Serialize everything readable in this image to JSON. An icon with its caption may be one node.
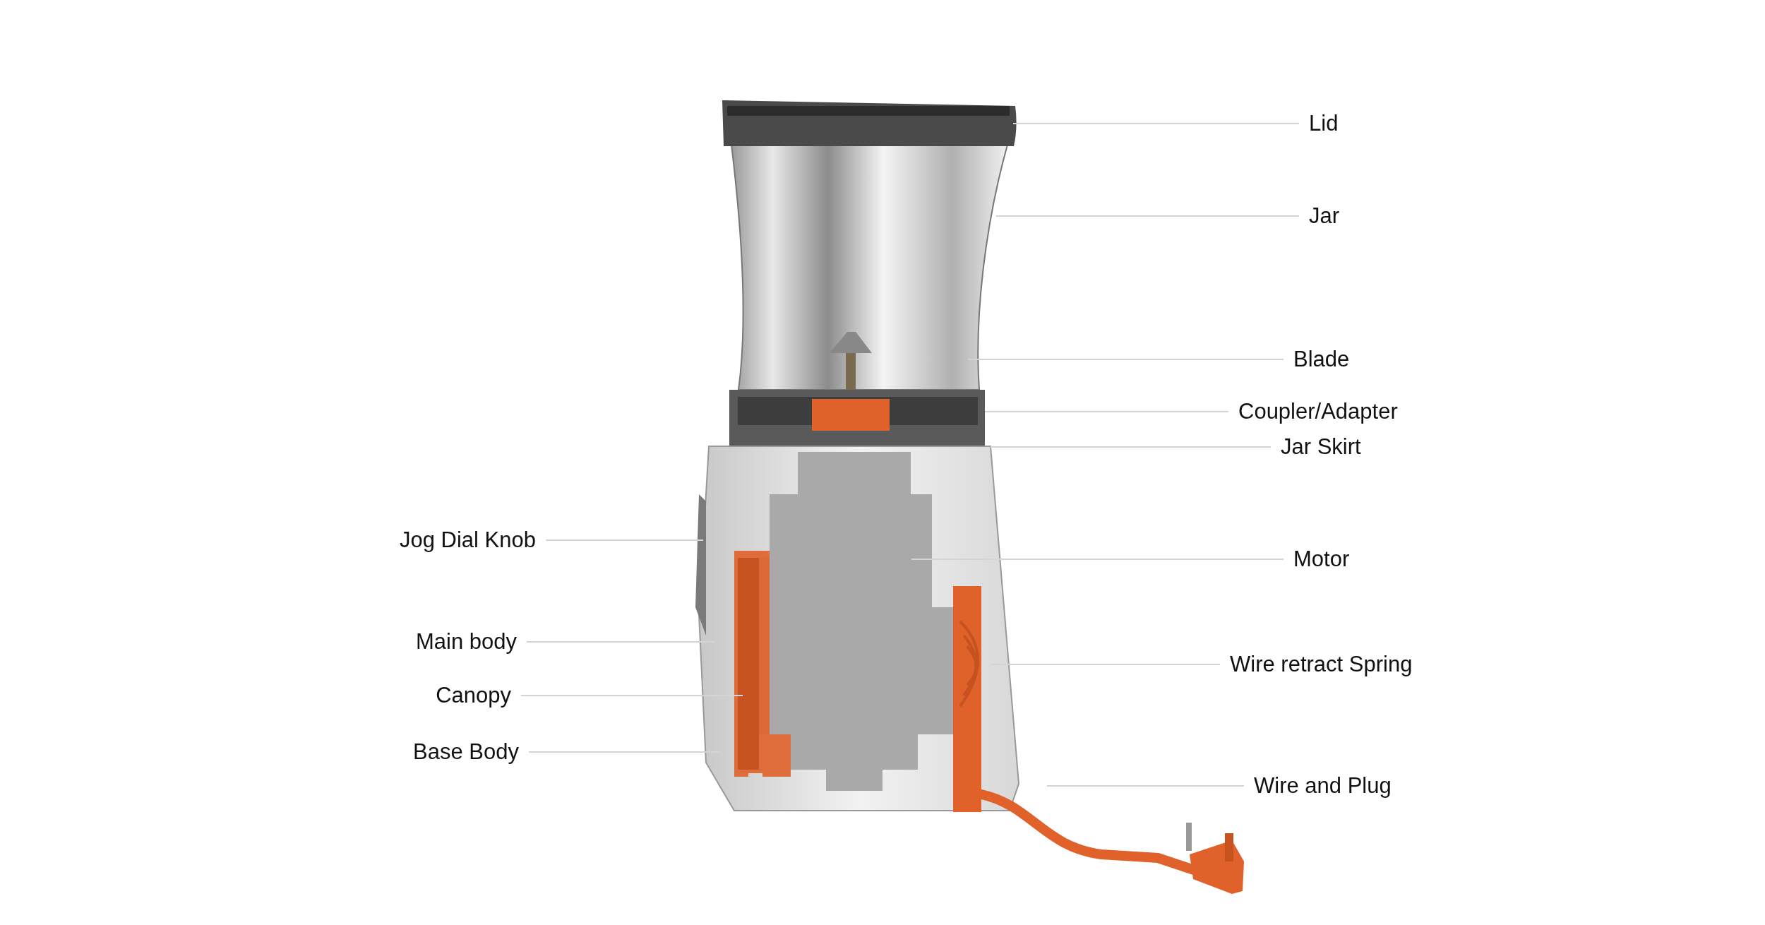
{
  "diagram": {
    "nodes": [
      {
        "text": [
          "Lid"
        ]
      },
      {
        "text": [
          "Jar"
        ]
      },
      {
        "text": [
          "Blade"
        ]
      },
      {
        "text": [
          "Coupler/Adapter"
        ]
      },
      {
        "text": [
          "Jar Skirt"
        ]
      },
      {
        "text": [
          "Jog Dial Knob"
        ]
      },
      {
        "text": [
          "Motor"
        ]
      },
      {
        "text": [
          "Main body"
        ]
      },
      {
        "text": [
          "Wire retract Spring"
        ]
      },
      {
        "text": [
          "Canopy"
        ]
      },
      {
        "text": [
          "Base Body"
        ]
      },
      {
        "text": [
          "Wire and Plug"
        ]
      }
    ],
    "edges": [
      {
        "from": 0,
        "to": null,
        "arrow": "none"
      },
      {
        "from": 1,
        "to": null,
        "arrow": "none"
      },
      {
        "from": 2,
        "to": null,
        "arrow": "none"
      },
      {
        "from": 3,
        "to": null,
        "arrow": "none"
      },
      {
        "from": 4,
        "to": null,
        "arrow": "none"
      },
      {
        "from": 5,
        "to": null,
        "arrow": "none"
      },
      {
        "from": 6,
        "to": null,
        "arrow": "none"
      },
      {
        "from": 7,
        "to": null,
        "arrow": "none"
      },
      {
        "from": 8,
        "to": null,
        "arrow": "none"
      },
      {
        "from": 9,
        "to": null,
        "arrow": "none"
      },
      {
        "from": 10,
        "to": null,
        "arrow": "none"
      },
      {
        "from": 11,
        "to": null,
        "arrow": "none"
      }
    ]
  }
}
